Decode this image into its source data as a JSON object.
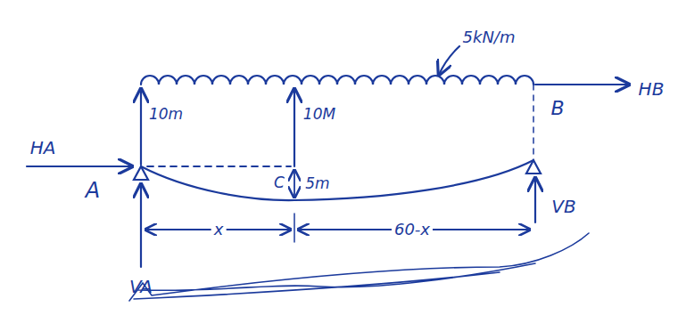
{
  "diagram": {
    "labels": [
      "5kN/m",
      "10m",
      "10M",
      "5m",
      "C",
      "HA",
      "A",
      "VA",
      "x",
      "60-x",
      "B",
      "HB",
      "VB"
    ]
  }
}
